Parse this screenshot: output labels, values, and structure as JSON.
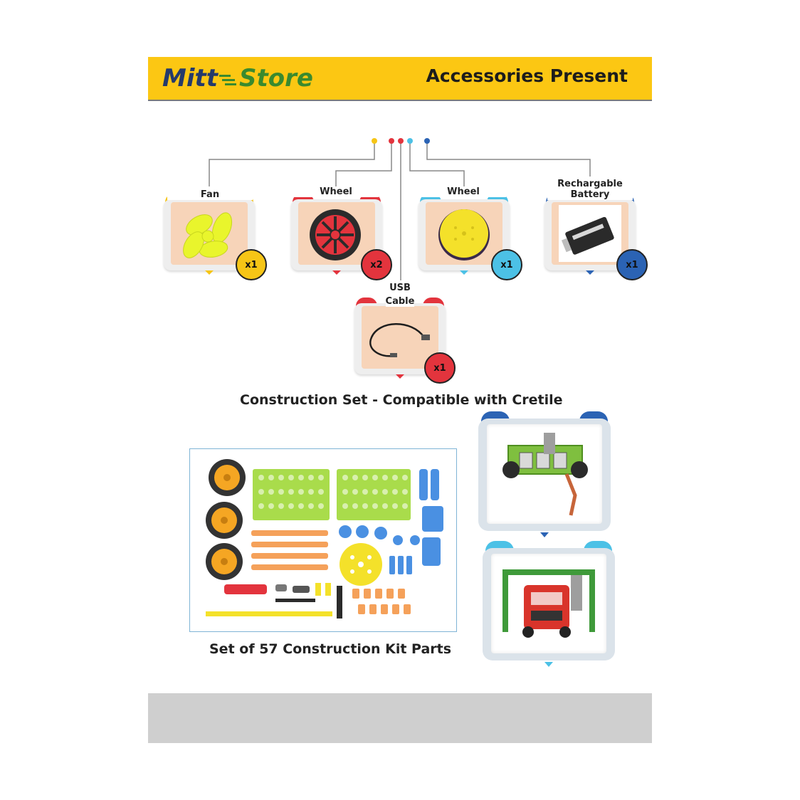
{
  "header": {
    "logo_part1": "Mitt",
    "logo_part2": "Store",
    "title": "Accessories Present"
  },
  "colors": {
    "header_bg": "#fcc713",
    "yellow": "#f6c516",
    "red": "#e3343d",
    "cyan": "#4cc1e6",
    "blue": "#2b63b4"
  },
  "accessories": [
    {
      "label": "Fan",
      "count": "x1",
      "color": "#f6c516"
    },
    {
      "label": "Wheel",
      "count": "x2",
      "color": "#e3343d"
    },
    {
      "label": "Wheel",
      "count": "x1",
      "color": "#4cc1e6"
    },
    {
      "label_line1": "Rechargable",
      "label_line2": "Battery",
      "count": "x1",
      "color": "#2b63b4"
    },
    {
      "label_line1": "USB",
      "label_line2": "Cable",
      "count": "x1",
      "color": "#e3343d"
    }
  ],
  "construction": {
    "heading": "Construction Set - Compatible with Cretile",
    "kit_caption": "Set of 57 Construction Kit Parts"
  }
}
